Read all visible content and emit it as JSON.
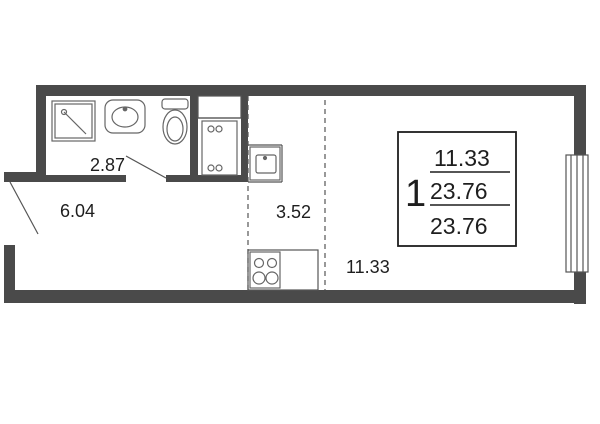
{
  "plan": {
    "colors": {
      "wall": "#4a4a4a",
      "line": "#555555",
      "text": "#1e1e1e",
      "fixture": "#666666"
    },
    "rooms": {
      "bathroom": "2.87",
      "hallway": "6.04",
      "kitchen": "3.52",
      "living_room": "11.33"
    },
    "summary": {
      "room_count": "1",
      "living_area": "11.33",
      "total_area": "23.76",
      "total_area_repeat": "23.76"
    },
    "icons": [
      "shower-icon",
      "sink-icon",
      "toilet-icon",
      "washer-icon",
      "kitchen-sink-icon",
      "stove-icon",
      "window-icon",
      "entry-door-icon"
    ]
  }
}
